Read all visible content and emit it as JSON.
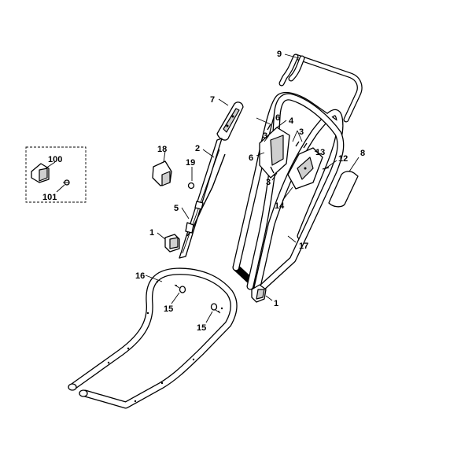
{
  "callouts": {
    "c9": "9",
    "c7": "7",
    "c6a": "6",
    "c4": "4",
    "c3a": "3",
    "c3b": "3",
    "c13": "13",
    "c6b": "6",
    "c3c": "3",
    "c12": "12",
    "c8": "8",
    "c14": "14",
    "c18": "18",
    "c2": "2",
    "c19": "19",
    "c100": "100",
    "c101": "101",
    "c5": "5",
    "c1a": "1",
    "c17": "17",
    "c16": "16",
    "c15a": "15",
    "c15b": "15",
    "c1b": "1"
  },
  "colors": {
    "line": "#000000",
    "background": "#ffffff",
    "shade": "#cfcfcf"
  }
}
